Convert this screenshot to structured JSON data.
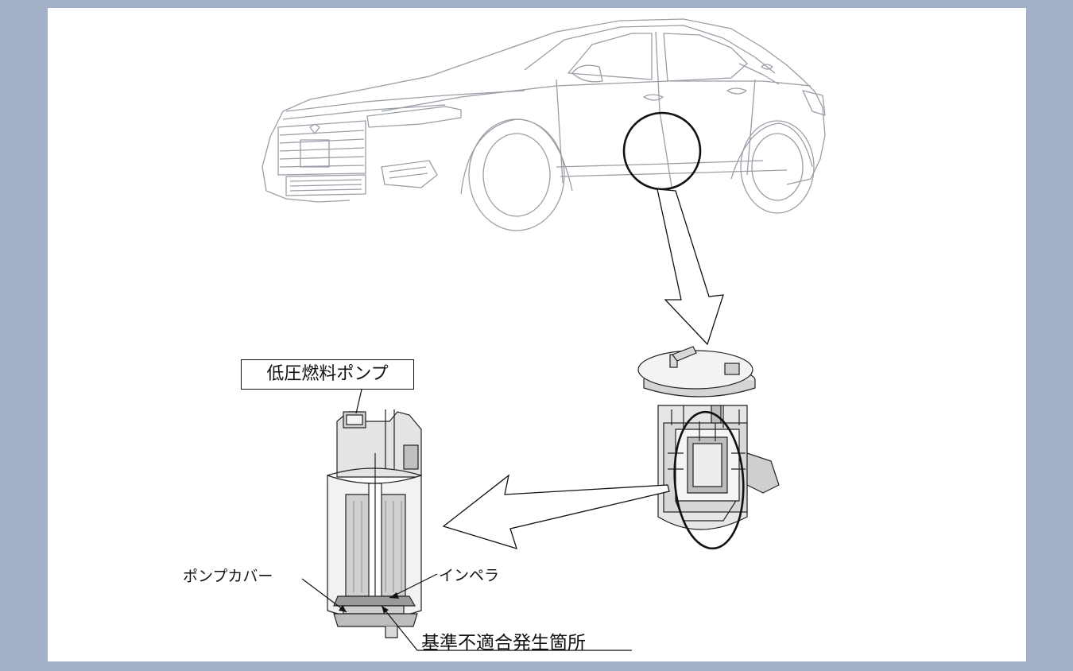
{
  "labels": {
    "pump_name": "低圧燃料ポンプ",
    "pump_cover": "ポンプカバー",
    "impeller": "インペラ",
    "defect_location": "基準不適合発生箇所"
  },
  "colors": {
    "frame_border": "#a4afc8",
    "car_line": "#9a9ea6",
    "ink": "#111111"
  },
  "icons": [
    "car-illustration",
    "fuel-pump-module-illustration",
    "low-pressure-fuel-pump-cutaway",
    "callout-circle",
    "callout-ellipse",
    "arrow-down",
    "arrow-left"
  ]
}
